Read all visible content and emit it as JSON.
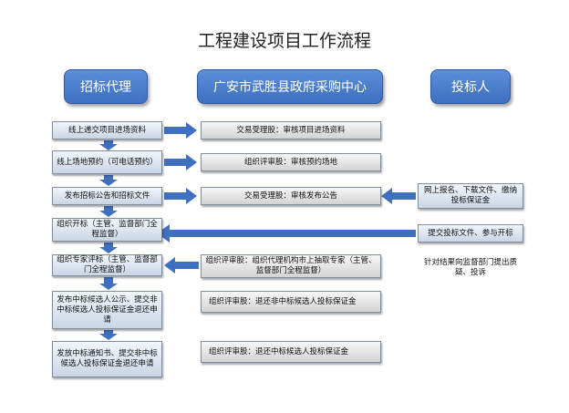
{
  "title": "工程建设项目工作流程",
  "headers": {
    "agent": "招标代理",
    "center": "广安市武胜县政府采购中心",
    "bidder": "投标人"
  },
  "left_steps": [
    "线上递交项目进场资料",
    "线上场地预约（可电话预约）",
    "发布招标公告和招标文件",
    "组织开标（主管、监督部门全程监督）",
    "组织专家评标（主管、监督部门全程监督）",
    "发布中标候选人公示、提交非中标候选人投标保证金退还申请",
    "发放中标通知书、提交非中标候选人投标保证金退还申请"
  ],
  "center_steps": [
    "交易受理股：审核项目进场资料",
    "组织评审股：审核预约场地",
    "交易受理股：审核发布公告",
    "组织评审股：组织代理机构市上抽取专家（主管、监督部门全程监督）",
    "组织评审股：退还非中标候选人投标保证金",
    "组织评审股：退还中标候选人投标保证金"
  ],
  "right_steps": [
    "网上报名、下载文件、缴纳投标保证金",
    "提交投标文件、参与开标",
    "针对结果向监督部门提出质疑、投诉"
  ],
  "colors": {
    "header_bg": "#4a7fcf",
    "arrow": "#3f6fbf"
  }
}
